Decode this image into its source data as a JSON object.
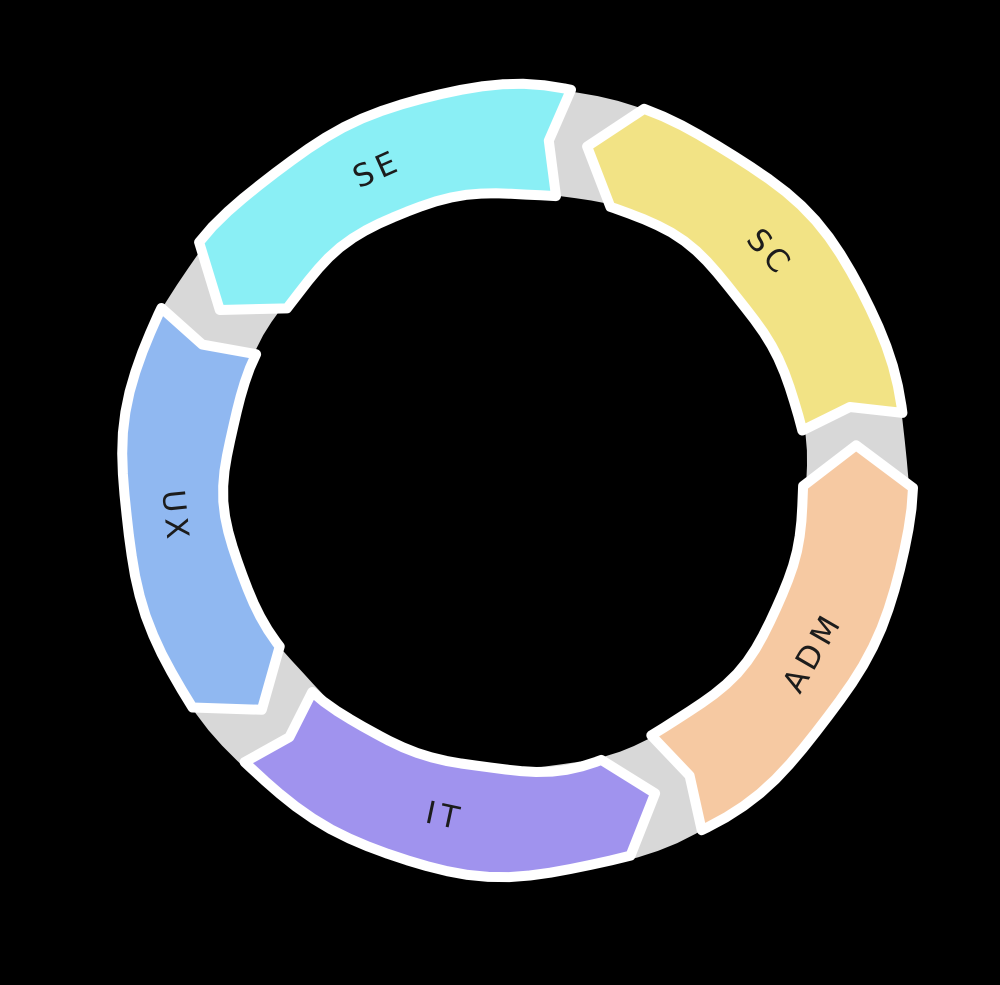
{
  "diagram": {
    "type": "cycle-arrow-diagram",
    "flow_direction": "counterclockwise",
    "background_color": "#000000",
    "ring_color": "#d8d8d8",
    "outline_color": "#ffffff",
    "label_color": "#1c1c1c",
    "segments": [
      {
        "id": "se",
        "label": "SE",
        "color": "#8aeff5",
        "head_angle": 300,
        "tail_angle": 372
      },
      {
        "id": "sc",
        "label": "SC",
        "color": "#f2e385",
        "head_angle": 12,
        "tail_angle": 84
      },
      {
        "id": "adm",
        "label": "ADM",
        "color": "#f6c9a2",
        "head_angle": 84,
        "tail_angle": 156
      },
      {
        "id": "it",
        "label": "IT",
        "color": "#a093ee",
        "head_angle": 156,
        "tail_angle": 228
      },
      {
        "id": "ux",
        "label": "UX",
        "color": "#90b8f1",
        "head_angle": 228,
        "tail_angle": 300
      }
    ]
  }
}
